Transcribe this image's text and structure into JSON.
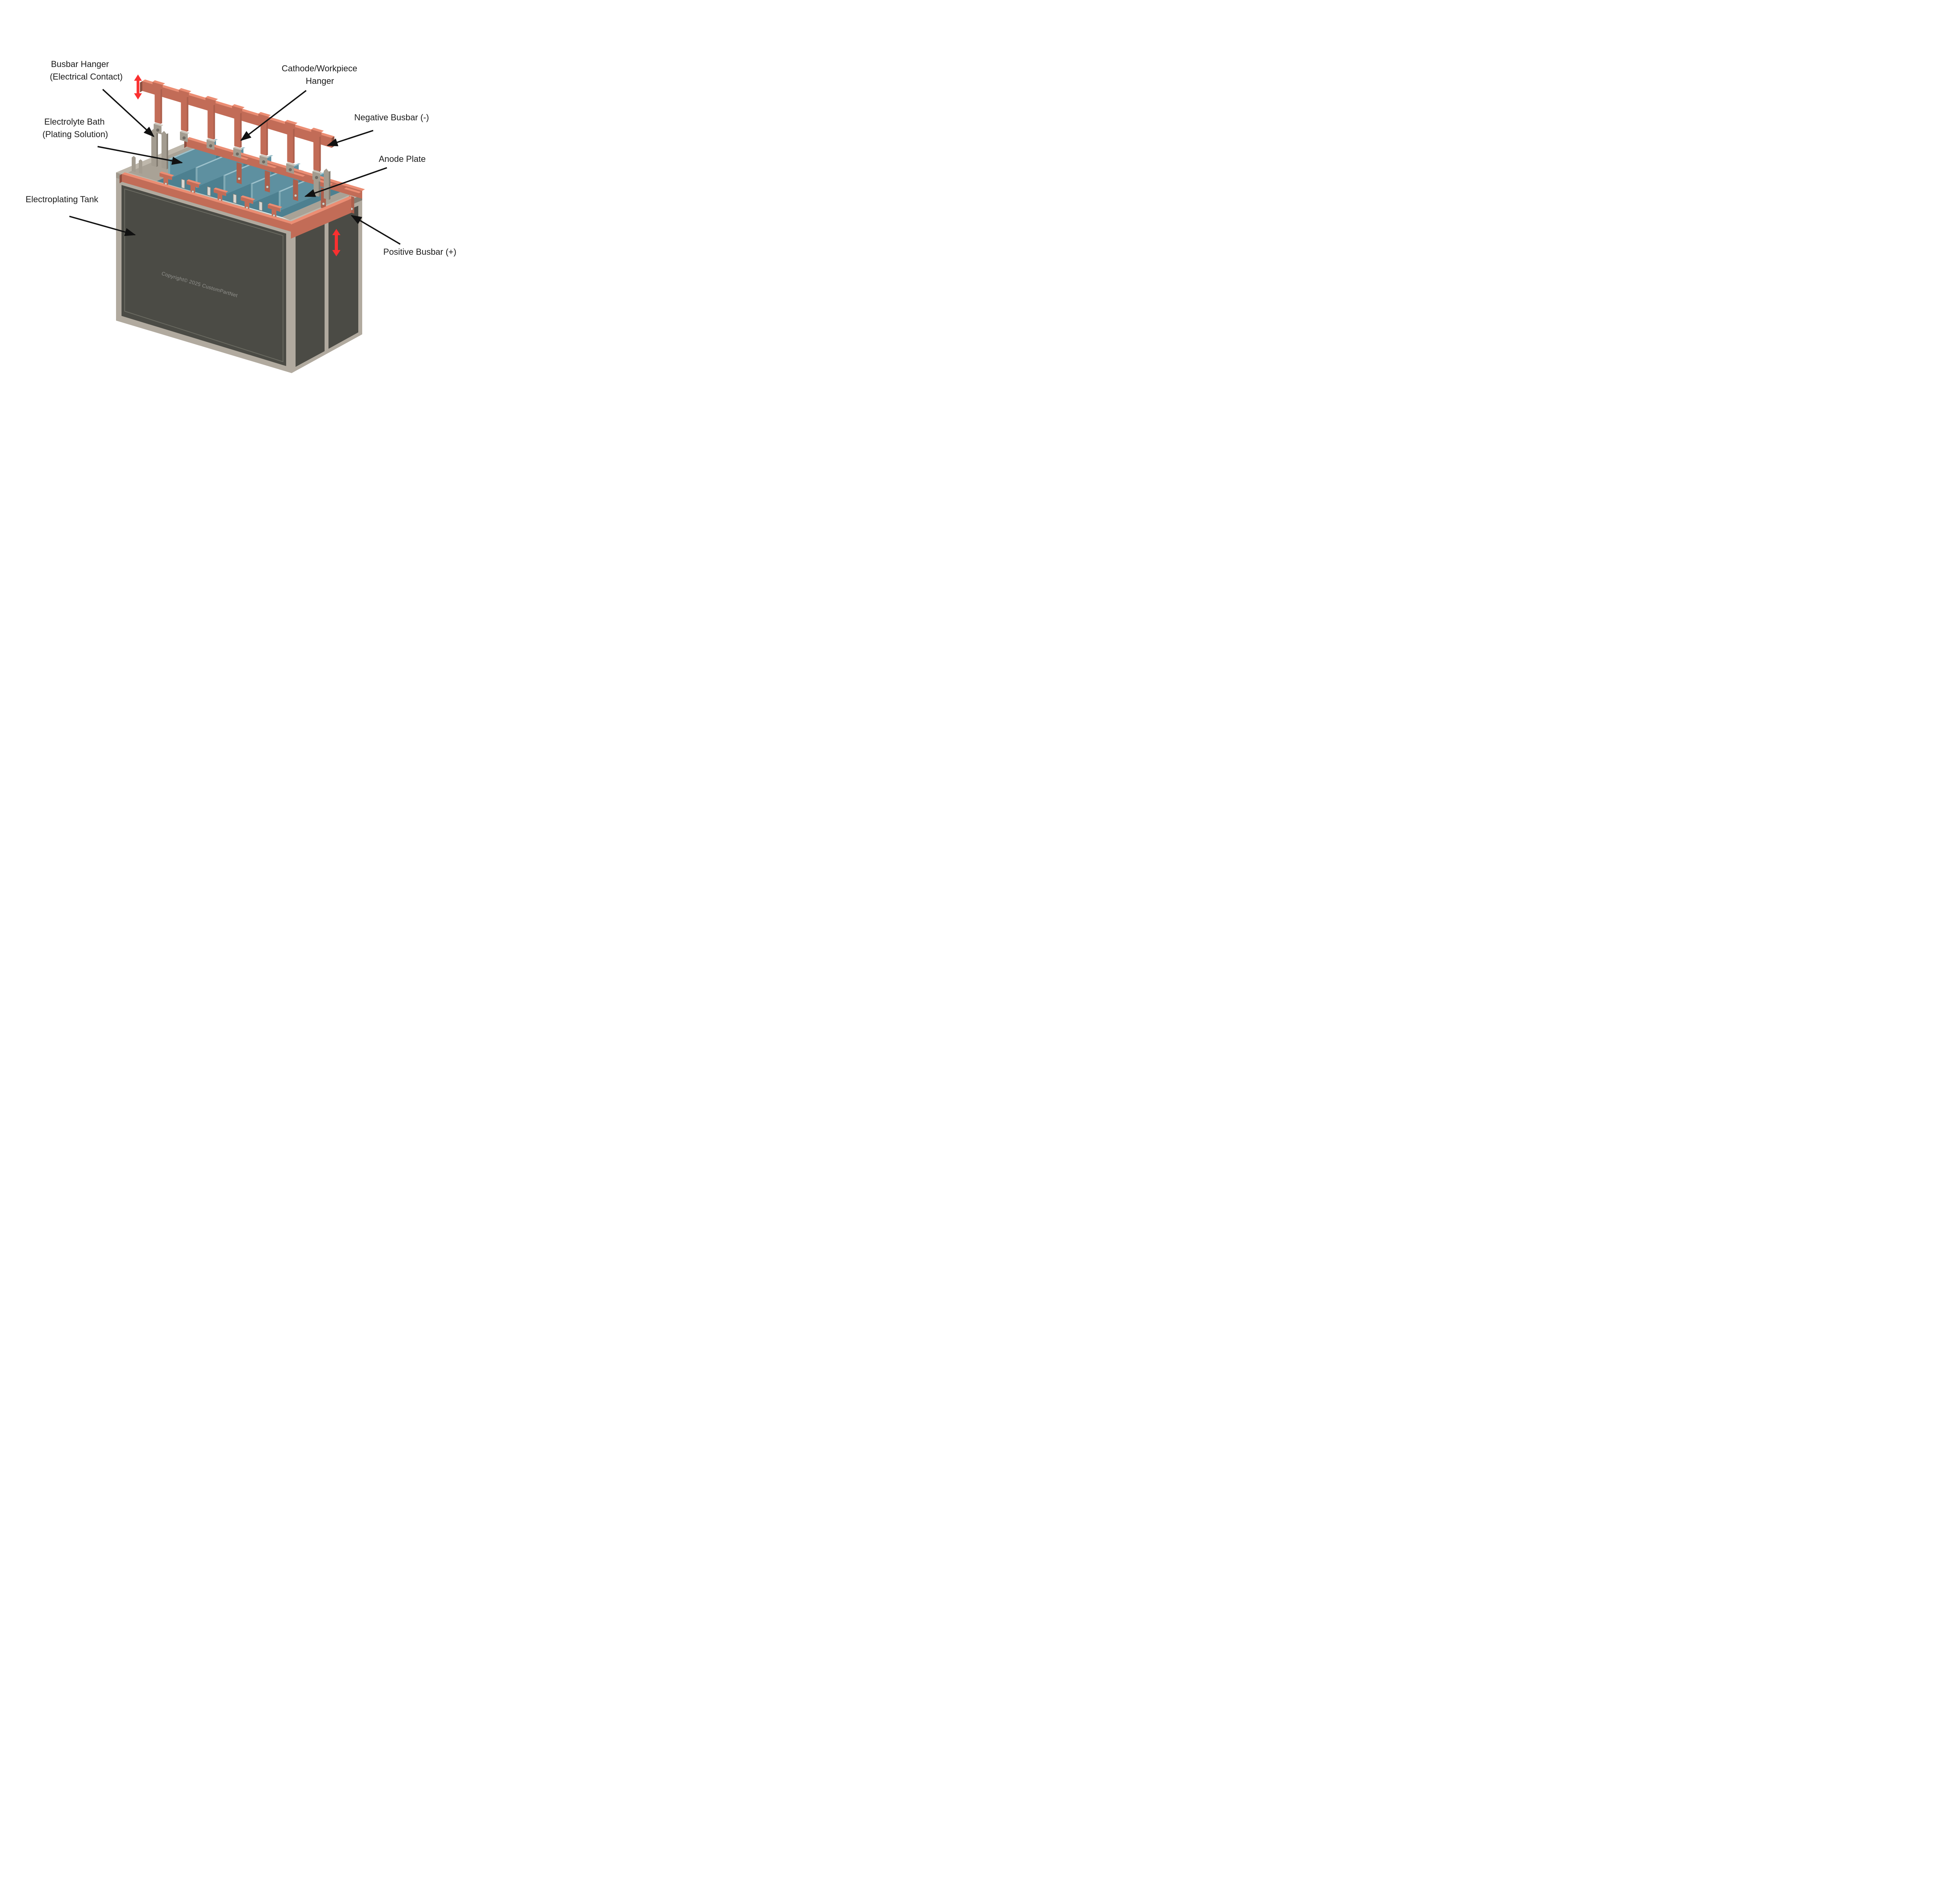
{
  "labels": {
    "busbar_hanger": {
      "line1": "Busbar Hanger",
      "line2": "(Electrical Contact)"
    },
    "cathode_hanger": {
      "line1": "Cathode/Workpiece",
      "line2": "Hanger"
    },
    "negative_busbar": {
      "text": "Negative Busbar (-)"
    },
    "electrolyte_bath": {
      "line1": "Electrolyte Bath",
      "line2": "(Plating Solution)"
    },
    "anode_plate": {
      "text": "Anode Plate"
    },
    "electroplating_tank": {
      "text": "Electroplating Tank"
    },
    "positive_busbar": {
      "text": "Positive Busbar (+)"
    }
  },
  "watermark": {
    "text": "Copyright© 2025 CustomPartNet"
  },
  "colors": {
    "background": "#ffffff",
    "label_text": "#1b1b1b",
    "arrow_black": "#111111",
    "arrow_red": "#fa3030",
    "busbar_top": "#ec8d73",
    "busbar_front": "#c26c57",
    "busbar_dark": "#8e4f3f",
    "busbar_shade": "#ad5f4c",
    "rim_top": "#beb7ab",
    "rim_side": "#9f988c",
    "tank_frame": "#b1aa9f",
    "tank_panel": "#4b4b45",
    "panel_groove": "#6a6a61",
    "deck": "#a9a296",
    "bath": "#4d8090",
    "plate_side": "#5e90a0",
    "plate_top": "#9dc1cb",
    "plate_edge": "#7fa9b4",
    "metal_light": "#cac4ba",
    "metal_mid": "#a39c90",
    "metal_dark": "#837c71",
    "pin_silver": "#d9d6d0",
    "hole_dark": "#6e6a62",
    "watermark": "#92928e"
  }
}
